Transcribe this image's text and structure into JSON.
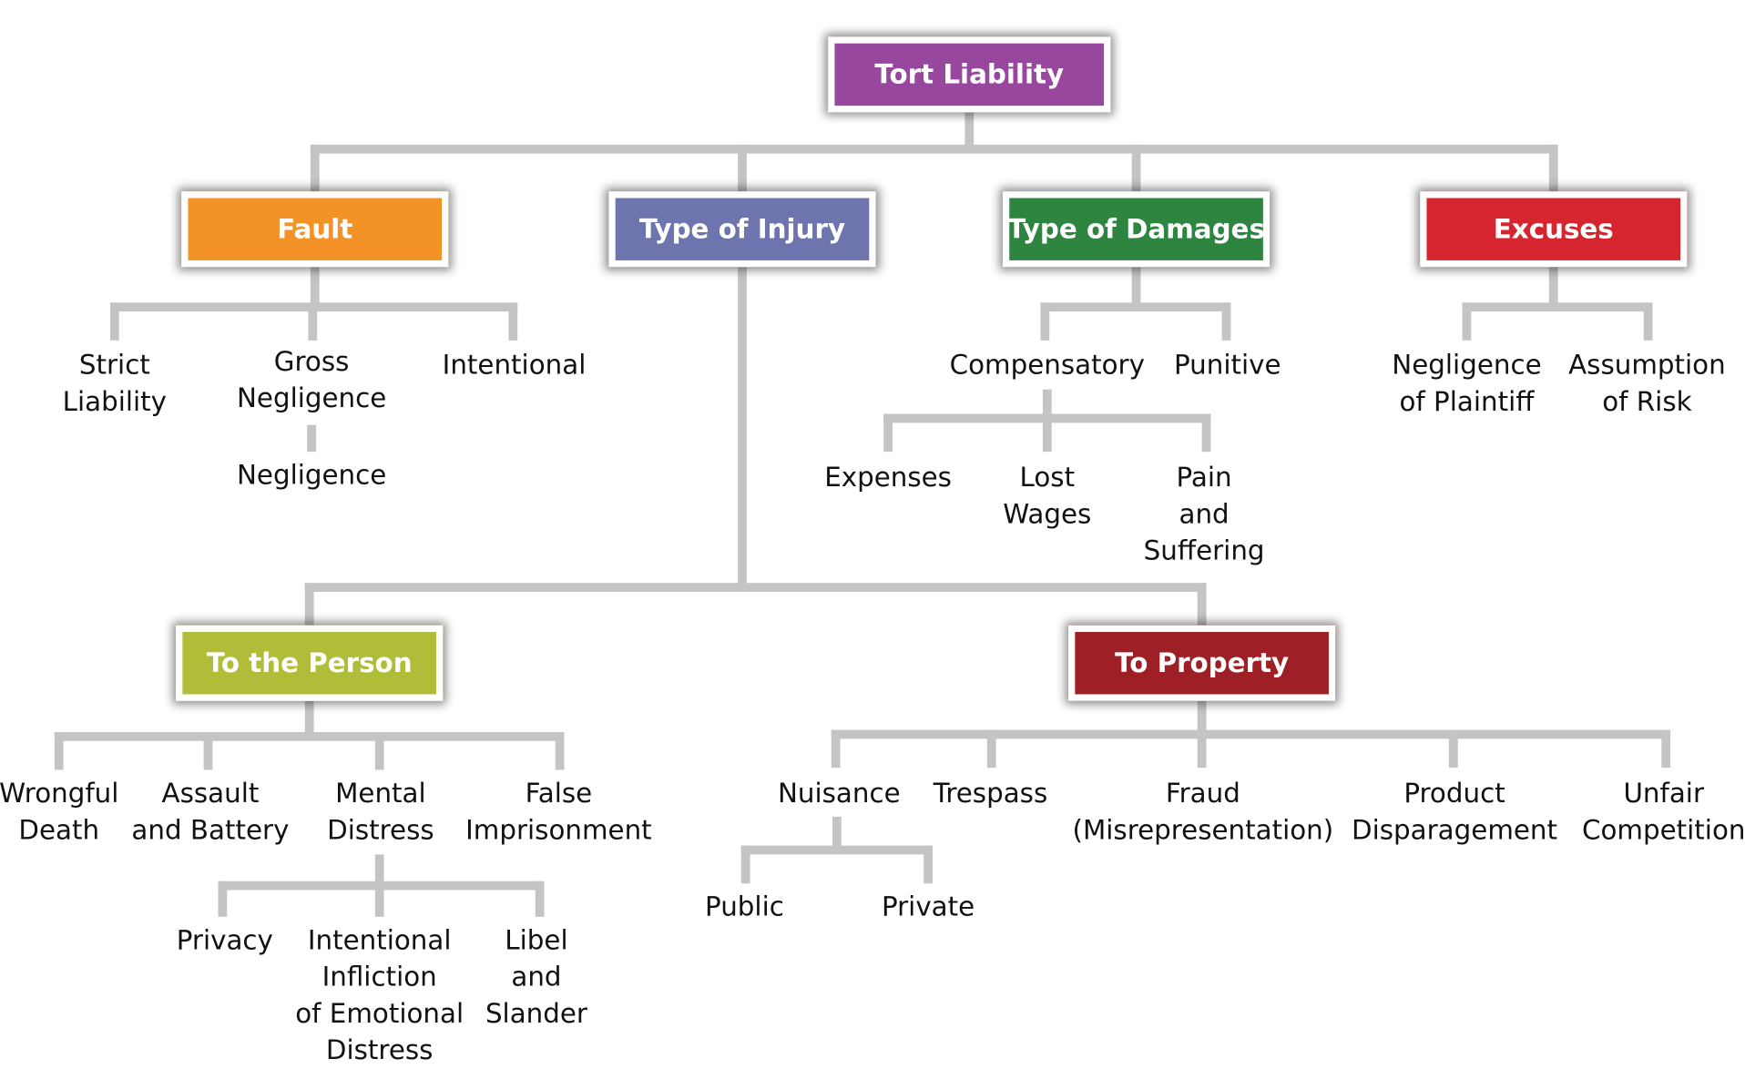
{
  "colors": {
    "connector": "#c4c4c4",
    "root": "#97479d",
    "fault": "#f39226",
    "injury": "#6e74ad",
    "damages": "#2e8540",
    "excuses": "#d7252f",
    "person": "#b1bd39",
    "property": "#9e1f25"
  },
  "boxes": {
    "root": "Tort Liability",
    "fault": "Fault",
    "injury": "Type of Injury",
    "damages": "Type of Damages",
    "excuses": "Excuses",
    "person": "To the Person",
    "property": "To Property"
  },
  "labels": {
    "strict_liability": "Strict\nLiability",
    "gross_negligence": "Gross\nNegligence",
    "intentional": "Intentional",
    "negligence": "Negligence",
    "compensatory": "Compensatory",
    "punitive": "Punitive",
    "expenses": "Expenses",
    "lost_wages": "Lost\nWages",
    "pain_suffering": "Pain\nand\nSuffering",
    "negligence_plaintiff": "Negligence\nof Plaintiff",
    "assumption_risk": "Assumption\nof Risk",
    "wrongful_death": "Wrongful\nDeath",
    "assault_battery": "Assault\nand Battery",
    "mental_distress": "Mental\nDistress",
    "false_imprisonment": "False\nImprisonment",
    "privacy": "Privacy",
    "iied": "Intentional\nInfliction\nof Emotional\nDistress",
    "libel_slander": "Libel\nand\nSlander",
    "nuisance": "Nuisance",
    "trespass": "Trespass",
    "fraud": "Fraud\n(Misrepresentation)",
    "product_disparagement": "Product\nDisparagement",
    "unfair_competition": "Unfair\nCompetition",
    "public": "Public",
    "private": "Private"
  }
}
